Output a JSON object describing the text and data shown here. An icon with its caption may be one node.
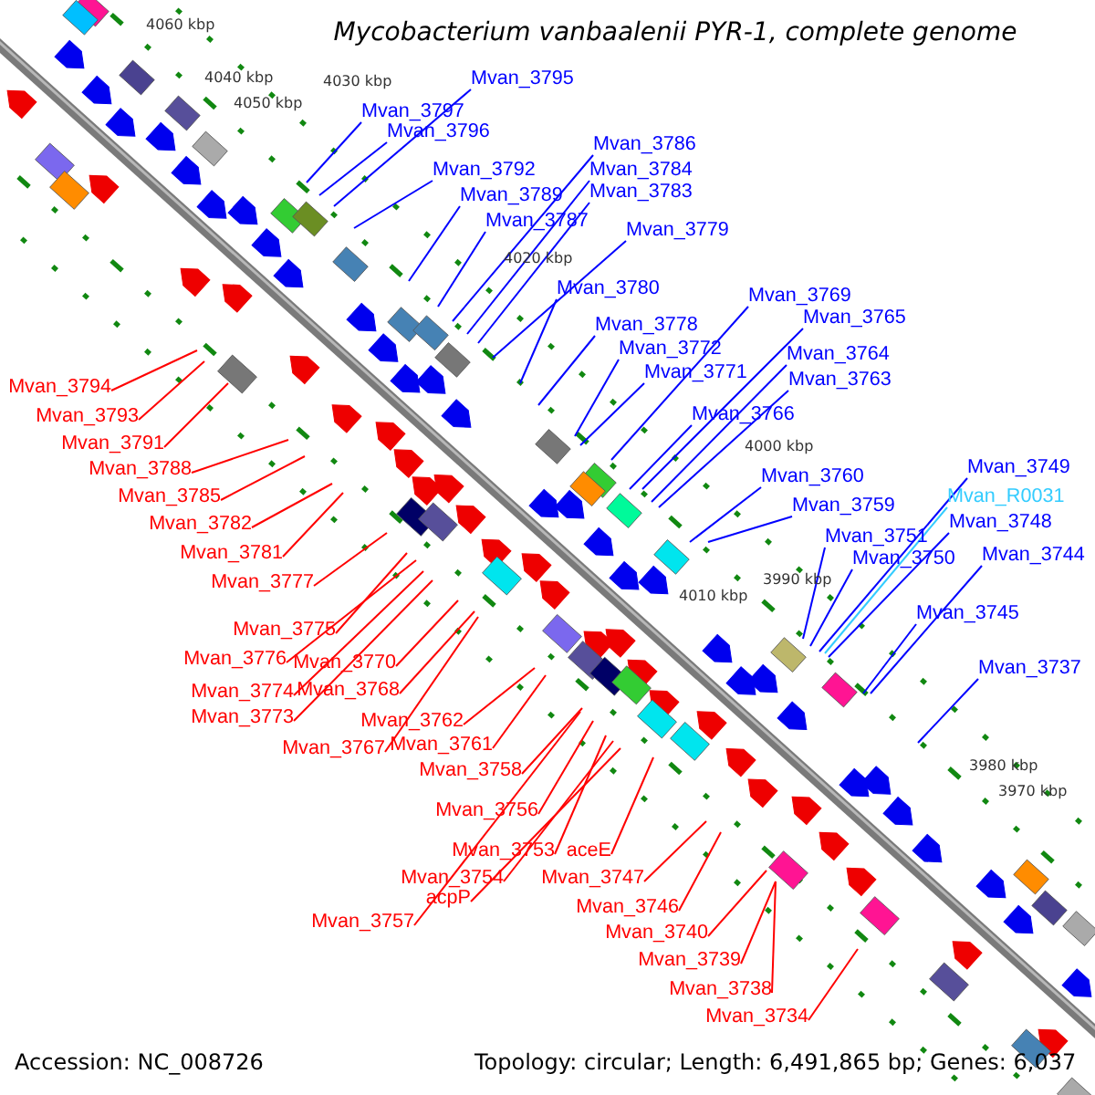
{
  "diagram": {
    "title": "Mycobacterium vanbaalenii PYR-1, complete genome",
    "nodes": [
      {
        "text": [
          "Mvan_3795"
        ]
      },
      {
        "text": [
          "Mvan_3797"
        ]
      },
      {
        "text": [
          "Mvan_3796"
        ]
      },
      {
        "text": [
          "Mvan_3792"
        ]
      },
      {
        "text": [
          "Mvan_3789"
        ]
      },
      {
        "text": [
          "Mvan_3787"
        ]
      },
      {
        "text": [
          "Mvan_3786"
        ]
      },
      {
        "text": [
          "Mvan_3784"
        ]
      },
      {
        "text": [
          "Mvan_3783"
        ]
      },
      {
        "text": [
          "Mvan_3779"
        ]
      },
      {
        "text": [
          "Mvan_3780"
        ]
      },
      {
        "text": [
          "Mvan_3778"
        ]
      },
      {
        "text": [
          "Mvan_3772"
        ]
      },
      {
        "text": [
          "Mvan_3771"
        ]
      },
      {
        "text": [
          "Mvan_3769"
        ]
      },
      {
        "text": [
          "Mvan_3765"
        ]
      },
      {
        "text": [
          "Mvan_3764"
        ]
      },
      {
        "text": [
          "Mvan_3763"
        ]
      },
      {
        "text": [
          "Mvan_3766"
        ]
      },
      {
        "text": [
          "Mvan_3760"
        ]
      },
      {
        "text": [
          "Mvan_3759"
        ]
      },
      {
        "text": [
          "Mvan_3751"
        ]
      },
      {
        "text": [
          "Mvan_3750"
        ]
      },
      {
        "text": [
          "Mvan_3749"
        ]
      },
      {
        "text": [
          "Mvan_R0031"
        ]
      },
      {
        "text": [
          "Mvan_3748"
        ]
      },
      {
        "text": [
          "Mvan_3744"
        ]
      },
      {
        "text": [
          "Mvan_3745"
        ]
      },
      {
        "text": [
          "Mvan_3737"
        ]
      },
      {
        "text": [
          "Mvan_3794"
        ]
      },
      {
        "text": [
          "Mvan_3793"
        ]
      },
      {
        "text": [
          "Mvan_3791"
        ]
      },
      {
        "text": [
          "Mvan_3788"
        ]
      },
      {
        "text": [
          "Mvan_3785"
        ]
      },
      {
        "text": [
          "Mvan_3782"
        ]
      },
      {
        "text": [
          "Mvan_3781"
        ]
      },
      {
        "text": [
          "Mvan_3777"
        ]
      },
      {
        "text": [
          "Mvan_3775"
        ]
      },
      {
        "text": [
          "Mvan_3776"
        ]
      },
      {
        "text": [
          "Mvan_3770"
        ]
      },
      {
        "text": [
          "Mvan_3774"
        ]
      },
      {
        "text": [
          "Mvan_3768"
        ]
      },
      {
        "text": [
          "Mvan_3773"
        ]
      },
      {
        "text": [
          "Mvan_3762"
        ]
      },
      {
        "text": [
          "Mvan_3767"
        ]
      },
      {
        "text": [
          "Mvan_3761"
        ]
      },
      {
        "text": [
          "Mvan_3758"
        ]
      },
      {
        "text": [
          "Mvan_3756"
        ]
      },
      {
        "text": [
          "Mvan_3753"
        ]
      },
      {
        "text": [
          "Mvan_3754"
        ]
      },
      {
        "text": [
          "acpP"
        ]
      },
      {
        "text": [
          "Mvan_3757"
        ]
      },
      {
        "text": [
          "aceE"
        ]
      },
      {
        "text": [
          "Mvan_3747"
        ]
      },
      {
        "text": [
          "Mvan_3746"
        ]
      },
      {
        "text": [
          "Mvan_3740"
        ]
      },
      {
        "text": [
          "Mvan_3739"
        ]
      },
      {
        "text": [
          "Mvan_3738"
        ]
      },
      {
        "text": [
          "Mvan_3734"
        ]
      }
    ],
    "edges": [
      {
        "from": 0,
        "to": null,
        "arrow": "none",
        "color": "#0000ff"
      },
      {
        "from": 1,
        "to": null,
        "arrow": "none",
        "color": "#0000ff"
      },
      {
        "from": 2,
        "to": null,
        "arrow": "none",
        "color": "#0000ff"
      },
      {
        "from": 3,
        "to": null,
        "arrow": "none",
        "color": "#0000ff"
      },
      {
        "from": 4,
        "to": null,
        "arrow": "none",
        "color": "#0000ff"
      },
      {
        "from": 5,
        "to": null,
        "arrow": "none",
        "color": "#0000ff"
      },
      {
        "from": 6,
        "to": null,
        "arrow": "none",
        "color": "#0000ff"
      },
      {
        "from": 7,
        "to": null,
        "arrow": "none",
        "color": "#0000ff"
      },
      {
        "from": 8,
        "to": null,
        "arrow": "none",
        "color": "#0000ff"
      },
      {
        "from": 9,
        "to": null,
        "arrow": "none",
        "color": "#0000ff"
      },
      {
        "from": 10,
        "to": null,
        "arrow": "none",
        "color": "#0000ff"
      },
      {
        "from": 11,
        "to": null,
        "arrow": "none",
        "color": "#0000ff"
      },
      {
        "from": 12,
        "to": null,
        "arrow": "none",
        "color": "#0000ff"
      },
      {
        "from": 13,
        "to": null,
        "arrow": "none",
        "color": "#0000ff"
      },
      {
        "from": 14,
        "to": null,
        "arrow": "none",
        "color": "#0000ff"
      },
      {
        "from": 15,
        "to": null,
        "arrow": "none",
        "color": "#0000ff"
      },
      {
        "from": 16,
        "to": null,
        "arrow": "none",
        "color": "#0000ff"
      },
      {
        "from": 17,
        "to": null,
        "arrow": "none",
        "color": "#0000ff"
      },
      {
        "from": 18,
        "to": null,
        "arrow": "none",
        "color": "#0000ff"
      },
      {
        "from": 19,
        "to": null,
        "arrow": "none",
        "color": "#0000ff"
      },
      {
        "from": 20,
        "to": null,
        "arrow": "none",
        "color": "#0000ff"
      },
      {
        "from": 21,
        "to": null,
        "arrow": "none",
        "color": "#0000ff"
      },
      {
        "from": 22,
        "to": null,
        "arrow": "none",
        "color": "#0000ff"
      },
      {
        "from": 23,
        "to": null,
        "arrow": "none",
        "color": "#0000ff"
      },
      {
        "from": 24,
        "to": null,
        "arrow": "none",
        "color": "#33ccff"
      },
      {
        "from": 25,
        "to": null,
        "arrow": "none",
        "color": "#0000ff"
      },
      {
        "from": 26,
        "to": null,
        "arrow": "none",
        "color": "#0000ff"
      },
      {
        "from": 27,
        "to": null,
        "arrow": "none",
        "color": "#0000ff"
      },
      {
        "from": 28,
        "to": null,
        "arrow": "none",
        "color": "#0000ff"
      },
      {
        "from": 29,
        "to": null,
        "arrow": "none"
      },
      {
        "from": 30,
        "to": null,
        "arrow": "none"
      },
      {
        "from": 31,
        "to": null,
        "arrow": "none"
      },
      {
        "from": 32,
        "to": null,
        "arrow": "none"
      },
      {
        "from": 33,
        "to": null,
        "arrow": "none"
      },
      {
        "from": 34,
        "to": null,
        "arrow": "none"
      },
      {
        "from": 35,
        "to": null,
        "arrow": "none"
      },
      {
        "from": 36,
        "to": null,
        "arrow": "none"
      },
      {
        "from": 37,
        "to": null,
        "arrow": "none"
      },
      {
        "from": 38,
        "to": null,
        "arrow": "none"
      },
      {
        "from": 39,
        "to": null,
        "arrow": "none"
      },
      {
        "from": 40,
        "to": null,
        "arrow": "none"
      },
      {
        "from": 41,
        "to": null,
        "arrow": "none"
      },
      {
        "from": 42,
        "to": null,
        "arrow": "none"
      },
      {
        "from": 43,
        "to": null,
        "arrow": "none"
      },
      {
        "from": 44,
        "to": null,
        "arrow": "none"
      },
      {
        "from": 45,
        "to": null,
        "arrow": "none"
      },
      {
        "from": 46,
        "to": null,
        "arrow": "none"
      },
      {
        "from": 47,
        "to": null,
        "arrow": "none"
      },
      {
        "from": 48,
        "to": null,
        "arrow": "none"
      },
      {
        "from": 49,
        "to": null,
        "arrow": "none"
      },
      {
        "from": 50,
        "to": null,
        "arrow": "none"
      },
      {
        "from": 51,
        "to": null,
        "arrow": "none"
      },
      {
        "from": 52,
        "to": null,
        "arrow": "none"
      },
      {
        "from": 53,
        "to": null,
        "arrow": "none"
      },
      {
        "from": 54,
        "to": null,
        "arrow": "none"
      },
      {
        "from": 55,
        "to": null,
        "arrow": "none"
      },
      {
        "from": 56,
        "to": null,
        "arrow": "none"
      },
      {
        "from": 57,
        "to": null,
        "arrow": "none"
      },
      {
        "from": 58,
        "to": null,
        "arrow": "none"
      }
    ],
    "labels": [
      "4060 kbp",
      "4050 kbp",
      "4040 kbp",
      "4030 kbp",
      "4020 kbp",
      "4010 kbp",
      "4000 kbp",
      "3990 kbp",
      "3980 kbp",
      "3970 kbp",
      "Accession: NC_008726",
      "Topology: circular; Length: 6,491,865 bp; Genes: 6,037"
    ]
  }
}
